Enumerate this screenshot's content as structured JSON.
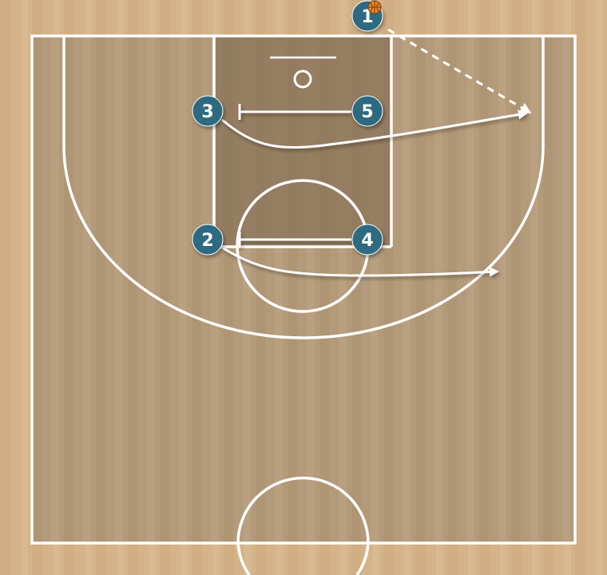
{
  "players": [
    {
      "id": "p1",
      "number": "1",
      "has_ball": true
    },
    {
      "id": "p2",
      "number": "2",
      "has_ball": false
    },
    {
      "id": "p3",
      "number": "3",
      "has_ball": false
    },
    {
      "id": "p4",
      "number": "4",
      "has_ball": false
    },
    {
      "id": "p5",
      "number": "5",
      "has_ball": false
    }
  ],
  "colors": {
    "floor_outer": "#d4b389",
    "floor_court": "#b39a7a",
    "paint": "#8a7358",
    "lines": "#ffffff",
    "player": "#2e6a80",
    "ball": "#e8872a"
  },
  "icons": {
    "player": "player-circle-icon",
    "ball": "basketball-icon",
    "screen": "screen-bar-icon",
    "pass": "pass-arrow-icon",
    "cut": "cut-arrow-icon"
  }
}
